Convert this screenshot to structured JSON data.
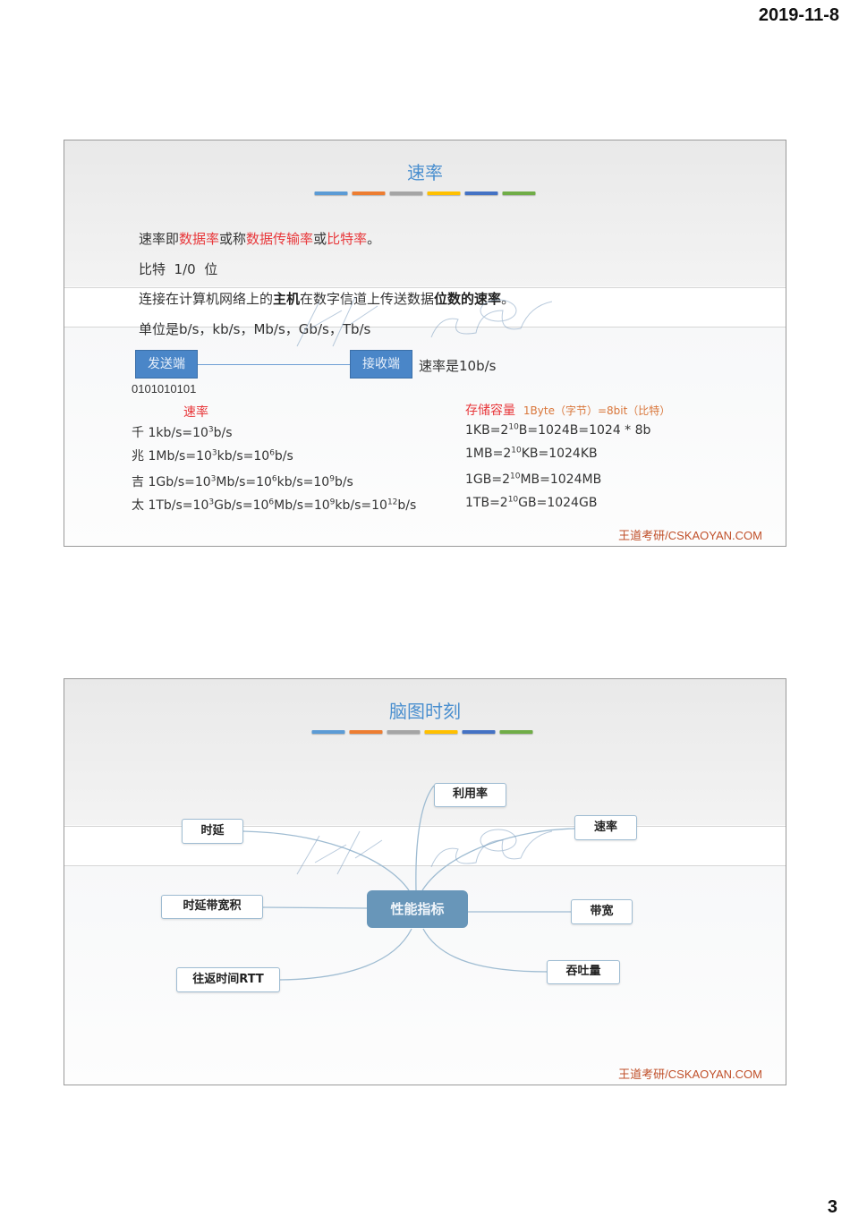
{
  "page": {
    "date": "2019-11-8",
    "number": "3"
  },
  "slide1": {
    "title": "速率",
    "color_bars": [
      "#5b9bd5",
      "#ed7d31",
      "#a5a5a5",
      "#ffc000",
      "#4472c4",
      "#70ad47"
    ],
    "line1": {
      "p1": "速率即",
      "r1": "数据率",
      "p2": "或称",
      "r2": "数据传输率",
      "p3": "或",
      "r3": "比特率",
      "p4": "。"
    },
    "line2": "比特  1/0  位",
    "line3": {
      "p1": "连接在计算机网络上的",
      "b1": "主机",
      "p2": "在数字信道上传送数据",
      "b2": "位数的速率",
      "p3": "。"
    },
    "line4": "单位是b/s，kb/s，Mb/s，Gb/s，Tb/s",
    "diagram": {
      "sender": "发送端",
      "receiver": "接收端",
      "rate_note": "速率是10b/s",
      "bits": "0101010101"
    },
    "rate_heading": "速率",
    "rate_rows": [
      {
        "prefix": "千",
        "parts": [
          "1kb/s=10",
          "3",
          "b/s"
        ]
      },
      {
        "prefix": "兆",
        "parts": [
          "1Mb/s=10",
          "3",
          "kb/s=10",
          "6",
          "b/s"
        ]
      },
      {
        "prefix": "吉",
        "parts": [
          "1Gb/s=10",
          "3",
          "Mb/s=10",
          "6",
          "kb/s=10",
          "9",
          "b/s"
        ]
      },
      {
        "prefix": "太",
        "parts": [
          "1Tb/s=10",
          "3",
          "Gb/s=10",
          "6",
          "Mb/s=10",
          "9",
          "kb/s=10",
          "12",
          "b/s"
        ]
      }
    ],
    "storage_heading": "存储容量",
    "storage_note": "1Byte（字节）=8bit（比特）",
    "storage_rows": [
      {
        "parts": [
          "1KB=2",
          "10",
          "B=1024B=1024 * 8b"
        ]
      },
      {
        "parts": [
          "1MB=2",
          "10",
          "KB=1024KB"
        ]
      },
      {
        "parts": [
          "1GB=2",
          "10",
          "MB=1024MB"
        ]
      },
      {
        "parts": [
          "1TB=2",
          "10",
          "GB=1024GB"
        ]
      }
    ],
    "footer": "王道考研/CSKAOYAN.COM"
  },
  "slide2": {
    "title": "脑图时刻",
    "color_bars": [
      "#5b9bd5",
      "#ed7d31",
      "#a5a5a5",
      "#ffc000",
      "#4472c4",
      "#70ad47"
    ],
    "mindmap": {
      "center": "性能指标",
      "nodes": {
        "utilization": "利用率",
        "delay": "时延",
        "rate": "速率",
        "delay_bandwidth": "时延带宽积",
        "bandwidth": "带宽",
        "rtt": "往返时间RTT",
        "throughput": "吞吐量"
      }
    },
    "footer": "王道考研/CSKAOYAN.COM"
  }
}
